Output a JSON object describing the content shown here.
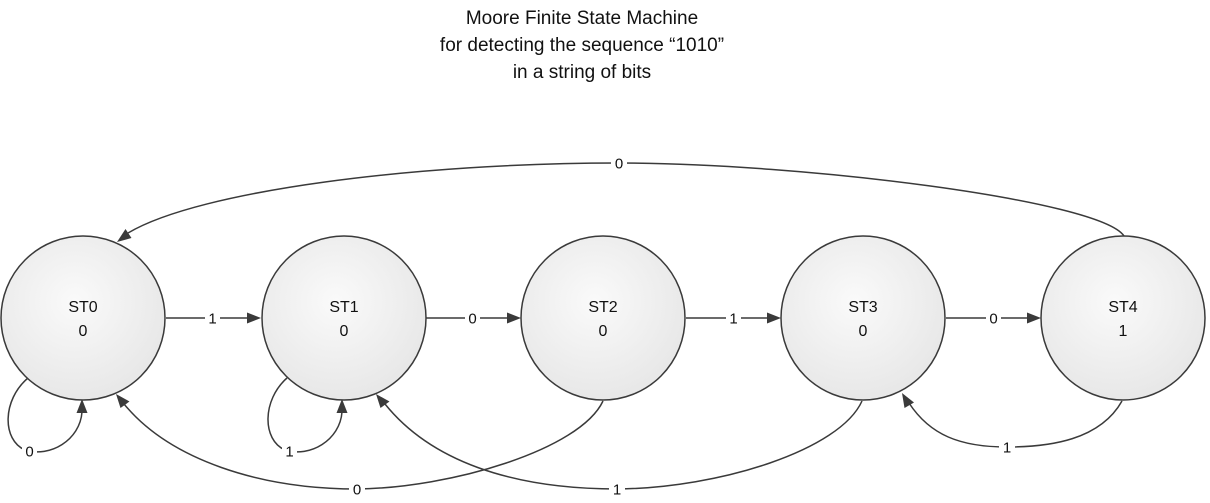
{
  "title": {
    "line1": "Moore Finite State Machine",
    "line2": "for detecting the sequence “1010”",
    "line3": "in a string of bits"
  },
  "states": [
    {
      "id": "ST0",
      "name": "ST0",
      "output": "0"
    },
    {
      "id": "ST1",
      "name": "ST1",
      "output": "0"
    },
    {
      "id": "ST2",
      "name": "ST2",
      "output": "0"
    },
    {
      "id": "ST3",
      "name": "ST3",
      "output": "0"
    },
    {
      "id": "ST4",
      "name": "ST4",
      "output": "1"
    }
  ],
  "transitions": [
    {
      "from": "ST0",
      "to": "ST1",
      "input": "1"
    },
    {
      "from": "ST1",
      "to": "ST2",
      "input": "0"
    },
    {
      "from": "ST2",
      "to": "ST3",
      "input": "1"
    },
    {
      "from": "ST3",
      "to": "ST4",
      "input": "0"
    },
    {
      "from": "ST4",
      "to": "ST0",
      "input": "0"
    },
    {
      "from": "ST0",
      "to": "ST0",
      "input": "0"
    },
    {
      "from": "ST1",
      "to": "ST1",
      "input": "1"
    },
    {
      "from": "ST2",
      "to": "ST0",
      "input": "0"
    },
    {
      "from": "ST3",
      "to": "ST1",
      "input": "1"
    },
    {
      "from": "ST4",
      "to": "ST3",
      "input": "1"
    }
  ],
  "colors": {
    "state_fill_light": "#fafafa",
    "state_fill_dark": "#e6e6e6",
    "stroke": "#3a3a3a",
    "text": "#111111"
  }
}
